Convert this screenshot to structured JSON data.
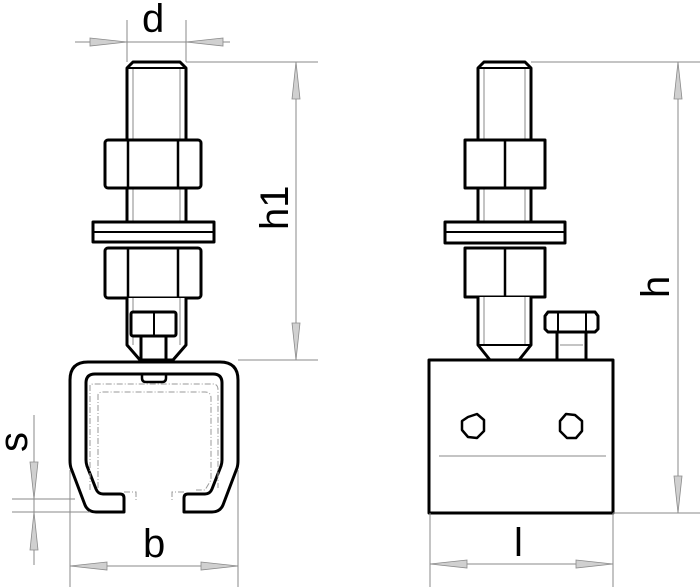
{
  "drawing": {
    "title": "Trolley hanger with threaded rod, nuts and washer — side and front views",
    "views": [
      "side-view",
      "front-view"
    ],
    "colors": {
      "outline": "#000000",
      "dimension": "#8a8a8a",
      "arrow_fill": "#d0d0d0",
      "background": "#ffffff"
    }
  },
  "dimensions": {
    "d": "d",
    "h1": "h1",
    "s": "s",
    "b": "b",
    "h": "h",
    "l": "l"
  }
}
